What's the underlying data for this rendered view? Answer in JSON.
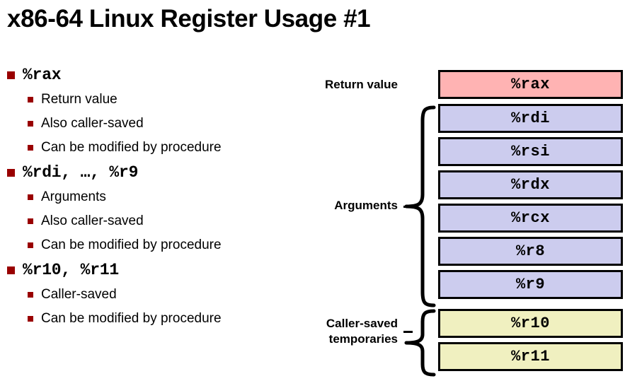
{
  "slide": {
    "title": "x86-64 Linux Register Usage #1"
  },
  "bullets": [
    {
      "heading": "%rax",
      "items": [
        "Return value",
        "Also caller-saved",
        "Can be modified by procedure"
      ]
    },
    {
      "heading": "%rdi, …, %r9",
      "items": [
        "Arguments",
        "Also caller-saved",
        "Can be modified by procedure"
      ]
    },
    {
      "heading": "%r10, %r11",
      "items": [
        "Caller-saved",
        "Can be modified by procedure"
      ]
    }
  ],
  "diagram": {
    "registers": [
      {
        "name": "%rax",
        "fill": "#ffb3b3",
        "group": "return-value"
      },
      {
        "name": "%rdi",
        "fill": "#ccccee",
        "group": "arguments"
      },
      {
        "name": "%rsi",
        "fill": "#ccccee",
        "group": "arguments"
      },
      {
        "name": "%rdx",
        "fill": "#ccccee",
        "group": "arguments"
      },
      {
        "name": "%rcx",
        "fill": "#ccccee",
        "group": "arguments"
      },
      {
        "name": "%r8",
        "fill": "#ccccee",
        "group": "arguments"
      },
      {
        "name": "%r9",
        "fill": "#ccccee",
        "group": "arguments"
      },
      {
        "name": "%r10",
        "fill": "#f0f0c0",
        "group": "caller-saved-temporaries"
      },
      {
        "name": "%r11",
        "fill": "#f0f0c0",
        "group": "caller-saved-temporaries"
      }
    ],
    "labels": {
      "return_value": "Return value",
      "arguments": "Arguments",
      "caller_saved_line1": "Caller-saved",
      "caller_saved_line2": "temporaries"
    }
  },
  "colors": {
    "bullet_marker": "#990000",
    "return_value_fill": "#ffb3b3",
    "argument_fill": "#ccccee",
    "temporary_fill": "#f0f0c0",
    "border": "#000000"
  }
}
